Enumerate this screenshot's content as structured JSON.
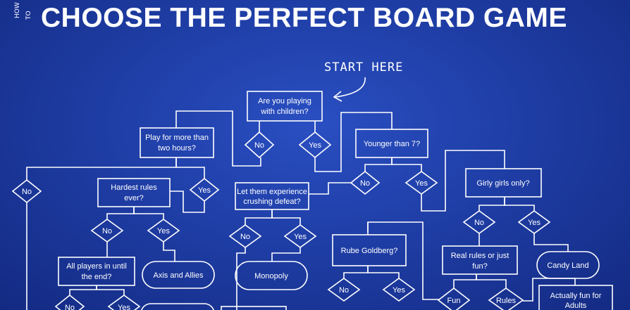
{
  "title": {
    "how": "HOW",
    "to": "TO",
    "main": "CHOOSE THE PERFECT BOARD GAME"
  },
  "start_label": "START HERE",
  "nodes": {
    "children": [
      "Are you playing",
      "with children?"
    ],
    "two_hours": [
      "Play for more than",
      "two hours?"
    ],
    "younger7": [
      "Younger than 7?"
    ],
    "hardest": [
      "Hardest rules",
      "ever?"
    ],
    "crushing": [
      "Let them experience",
      "crushing defeat?"
    ],
    "girly": [
      "Girly girls only?"
    ],
    "rube": [
      "Rube Goldberg?"
    ],
    "real_rules": [
      "Real rules or just",
      "fun?"
    ],
    "all_players": [
      "All players in until",
      "the end?"
    ],
    "axis": [
      "Axis and Allies"
    ],
    "monopoly": [
      "Monopoly"
    ],
    "candy": [
      "Candy Land"
    ],
    "actually_fun": [
      "Actually fun for",
      "Adults"
    ]
  },
  "answers": {
    "no": "No",
    "yes": "Yes",
    "fun": "Fun",
    "rules": "Rules"
  },
  "colors": {
    "background": "#1f3ea6",
    "lines": "#ffffff"
  }
}
